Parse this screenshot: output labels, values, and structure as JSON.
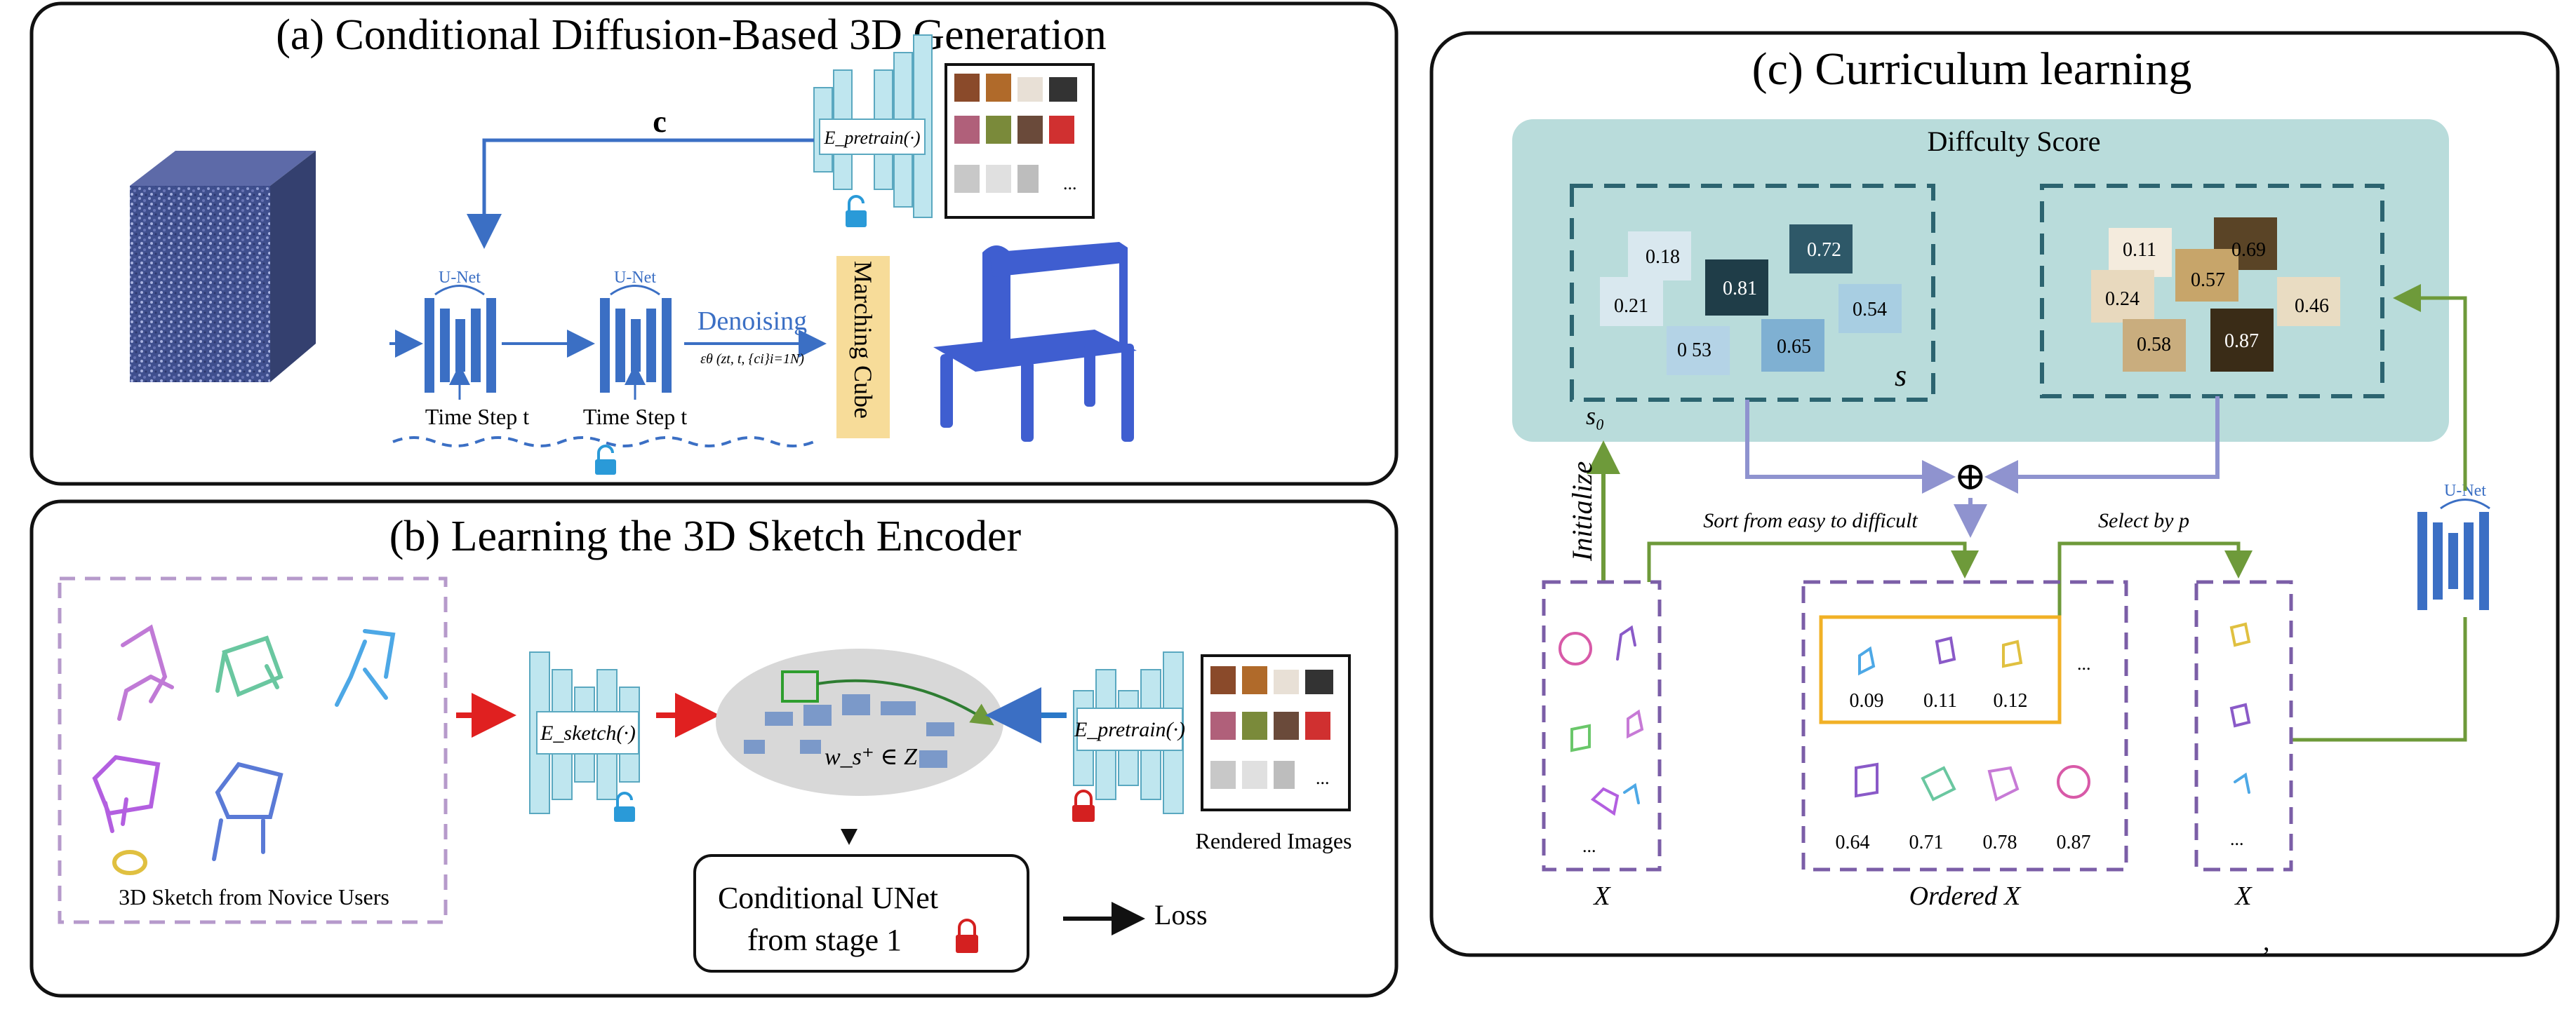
{
  "panel_a": {
    "title": "(a) Conditional Diffusion-Based 3D Generation",
    "c_label": "c",
    "encoder_label": "E_pretrain(·)",
    "unet1_label": "U-Net",
    "unet2_label": "U-Net",
    "timestep1": "Time Step t",
    "timestep2": "Time Step t",
    "denoising_label": "Denoising",
    "denoising_formula": "εθ (zt, t, {ci}i=1N)",
    "marching_cube": "Marching Cube",
    "ellipsis": "..."
  },
  "panel_b": {
    "title": "(b) Learning the 3D Sketch Encoder",
    "sketch_caption": "3D Sketch from Novice Users",
    "sketch_encoder_label": "E_sketch(·)",
    "pretrain_encoder_label": "E_pretrain(·)",
    "latent_label": "w_s⁺ ∈ Z",
    "rendered_images": "Rendered Images",
    "cond_unet_line1": "Conditional UNet",
    "cond_unet_line2": "from stage 1",
    "loss_label": "Loss",
    "ellipsis": "..."
  },
  "panel_c": {
    "title": "(c) Curriculum learning",
    "difficulty_title": "Diffculty Score",
    "s0_label": "s₀",
    "s_label": "s",
    "initialize": "Initialize",
    "sort_label": "Sort from easy to difficult",
    "select_label": "Select by p",
    "unet_label": "U-Net",
    "oplus": "⊕",
    "x_label1": "X",
    "ordered_x": "Ordered X",
    "x_label2": "X",
    "comma": ",",
    "ellipsis": "...",
    "s0_scores": [
      "0.18",
      "0.72",
      "0.21",
      "0.81",
      "0.54",
      "0 53",
      "0.65"
    ],
    "s_scores": [
      "0.11",
      "0.69",
      "0.57",
      "0.24",
      "0.46",
      "0.58",
      "0.87"
    ],
    "top_scores": [
      "0.09",
      "0.11",
      "0.12"
    ],
    "bottom_scores": [
      "0.64",
      "0.71",
      "0.78",
      "0.87"
    ]
  },
  "colors": {
    "blue": "#3b6fc4",
    "red": "#e02020",
    "green": "#6e9a3a",
    "lavender": "#8f93cf",
    "teal_bg": "#b9dcdb",
    "encoder_fill": "#bfe6ef",
    "marching_fill": "#f7dc99",
    "orange_box": "#f1b126",
    "purple_dash": "#7b5ea7",
    "sketch_dash": "#b69acb"
  }
}
